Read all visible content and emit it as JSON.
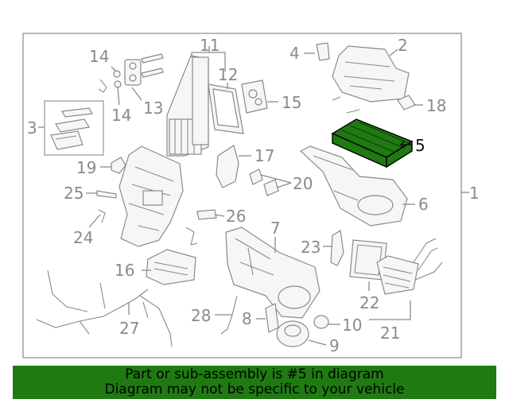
{
  "diagram": {
    "highlight_color": "#1f7a12",
    "highlighted_part": "5",
    "callouts": [
      "1",
      "2",
      "3",
      "4",
      "5",
      "6",
      "7",
      "8",
      "9",
      "10",
      "11",
      "12",
      "13",
      "14",
      "14",
      "15",
      "16",
      "17",
      "18",
      "19",
      "20",
      "21",
      "22",
      "23",
      "24",
      "25",
      "26",
      "27",
      "28"
    ]
  },
  "footer": {
    "line1": "Part or sub-assembly is #5 in diagram",
    "line2": "Diagram may not be specific to your vehicle",
    "background": "#1f7a12"
  }
}
